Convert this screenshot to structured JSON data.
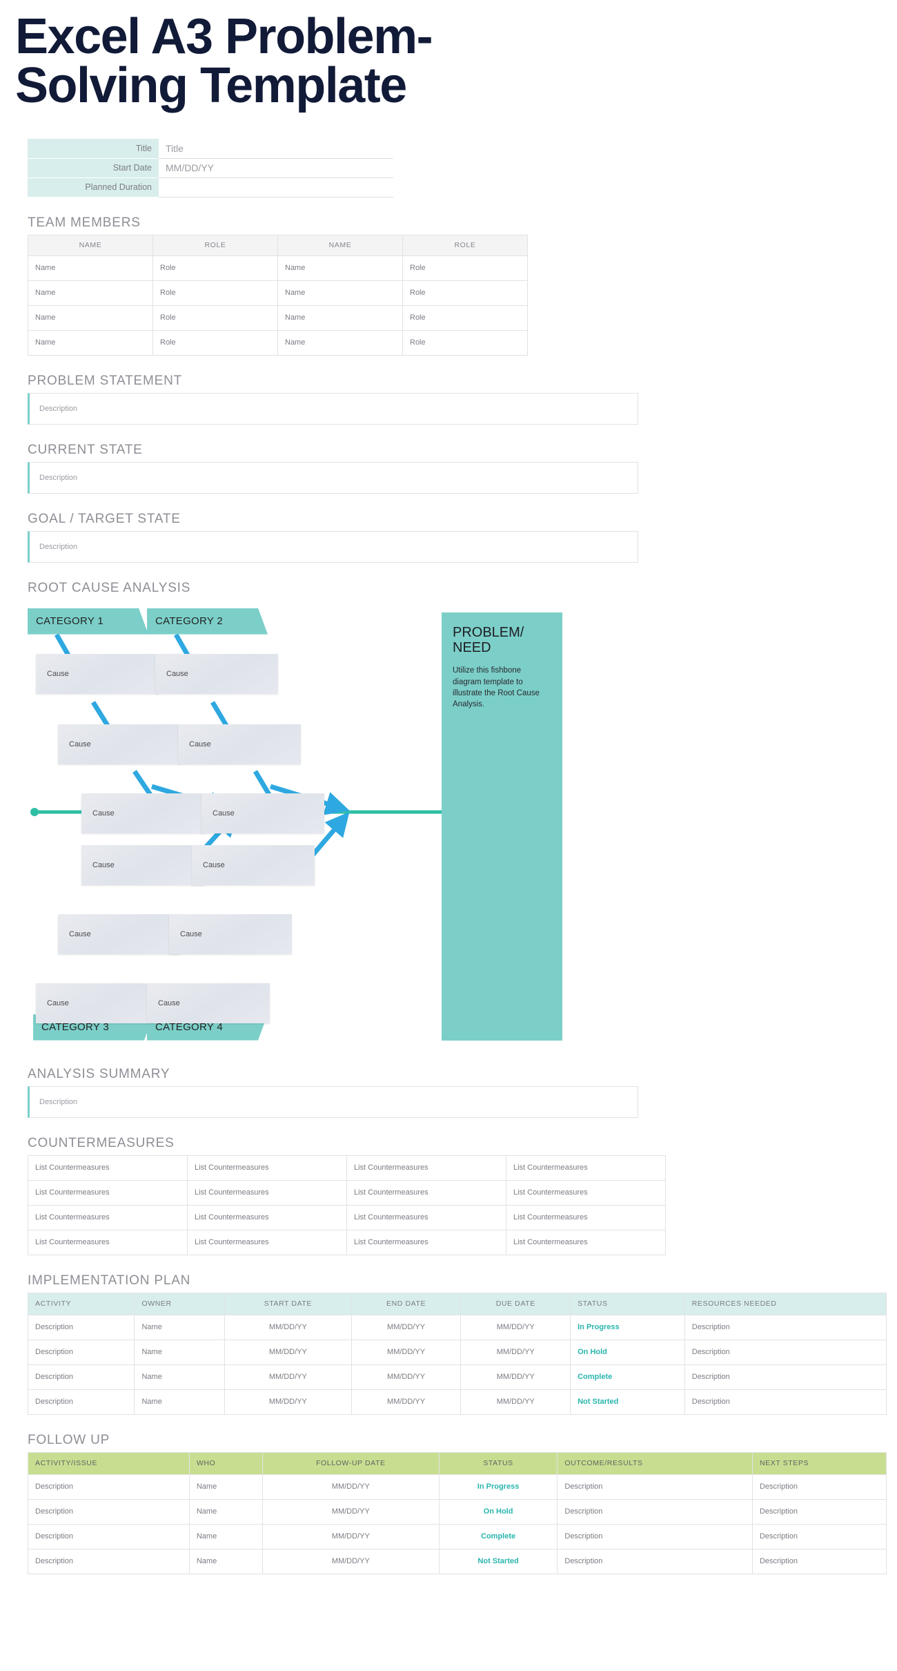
{
  "page_title": "Excel A3 Problem-Solving Template",
  "colors": {
    "title_navy": "#111a37",
    "teal": "#7ccfc9",
    "teal_light": "#d8eeec",
    "teal_text": "#29b5ad",
    "green_header": "#c7de91",
    "gray_header": "#f4f4f5",
    "arrow_blue": "#2ea8e0",
    "spine_green": "#2ebfa5"
  },
  "info": {
    "rows": [
      {
        "label": "Title",
        "value": "Title"
      },
      {
        "label": "Start Date",
        "value": "MM/DD/YY"
      },
      {
        "label": "Planned Duration",
        "value": ""
      }
    ]
  },
  "team": {
    "heading": "TEAM MEMBERS",
    "headers": [
      "NAME",
      "ROLE",
      "NAME",
      "ROLE"
    ],
    "rows": [
      [
        "Name",
        "Role",
        "Name",
        "Role"
      ],
      [
        "Name",
        "Role",
        "Name",
        "Role"
      ],
      [
        "Name",
        "Role",
        "Name",
        "Role"
      ],
      [
        "Name",
        "Role",
        "Name",
        "Role"
      ]
    ]
  },
  "problem_statement": {
    "heading": "PROBLEM STATEMENT",
    "placeholder": "Description"
  },
  "current_state": {
    "heading": "CURRENT STATE",
    "placeholder": "Description"
  },
  "goal_state": {
    "heading": "GOAL / TARGET STATE",
    "placeholder": "Description"
  },
  "root_cause": {
    "heading": "ROOT CAUSE ANALYSIS",
    "categories": [
      "CATEGORY 1",
      "CATEGORY 2",
      "CATEGORY 3",
      "CATEGORY 4"
    ],
    "cause_label": "Cause",
    "causes": [
      "Cause",
      "Cause",
      "Cause",
      "Cause",
      "Cause",
      "Cause",
      "Cause",
      "Cause",
      "Cause",
      "Cause",
      "Cause",
      "Cause"
    ],
    "panel": {
      "title": "PROBLEM/ NEED",
      "body": "Utilize this fishbone diagram template to illustrate the Root Cause Analysis."
    }
  },
  "analysis_summary": {
    "heading": "ANALYSIS SUMMARY",
    "placeholder": "Description"
  },
  "countermeasures": {
    "heading": "COUNTERMEASURES",
    "rows": [
      [
        "List Countermeasures",
        "List Countermeasures",
        "List Countermeasures",
        "List Countermeasures"
      ],
      [
        "List Countermeasures",
        "List Countermeasures",
        "List Countermeasures",
        "List Countermeasures"
      ],
      [
        "List Countermeasures",
        "List Countermeasures",
        "List Countermeasures",
        "List Countermeasures"
      ],
      [
        "List Countermeasures",
        "List Countermeasures",
        "List Countermeasures",
        "List Countermeasures"
      ]
    ]
  },
  "implementation_plan": {
    "heading": "IMPLEMENTATION PLAN",
    "headers": [
      "ACTIVITY",
      "OWNER",
      "START DATE",
      "END DATE",
      "DUE DATE",
      "STATUS",
      "RESOURCES NEEDED"
    ],
    "rows": [
      [
        "Description",
        "Name",
        "MM/DD/YY",
        "MM/DD/YY",
        "MM/DD/YY",
        "In Progress",
        "Description"
      ],
      [
        "Description",
        "Name",
        "MM/DD/YY",
        "MM/DD/YY",
        "MM/DD/YY",
        "On Hold",
        "Description"
      ],
      [
        "Description",
        "Name",
        "MM/DD/YY",
        "MM/DD/YY",
        "MM/DD/YY",
        "Complete",
        "Description"
      ],
      [
        "Description",
        "Name",
        "MM/DD/YY",
        "MM/DD/YY",
        "MM/DD/YY",
        "Not Started",
        "Description"
      ]
    ]
  },
  "follow_up": {
    "heading": "FOLLOW UP",
    "headers": [
      "ACTIVITY/ISSUE",
      "WHO",
      "FOLLOW-UP DATE",
      "STATUS",
      "OUTCOME/RESULTS",
      "NEXT STEPS"
    ],
    "rows": [
      [
        "Description",
        "Name",
        "MM/DD/YY",
        "In Progress",
        "Description",
        "Description"
      ],
      [
        "Description",
        "Name",
        "MM/DD/YY",
        "On Hold",
        "Description",
        "Description"
      ],
      [
        "Description",
        "Name",
        "MM/DD/YY",
        "Complete",
        "Description",
        "Description"
      ],
      [
        "Description",
        "Name",
        "MM/DD/YY",
        "Not Started",
        "Description",
        "Description"
      ]
    ]
  }
}
